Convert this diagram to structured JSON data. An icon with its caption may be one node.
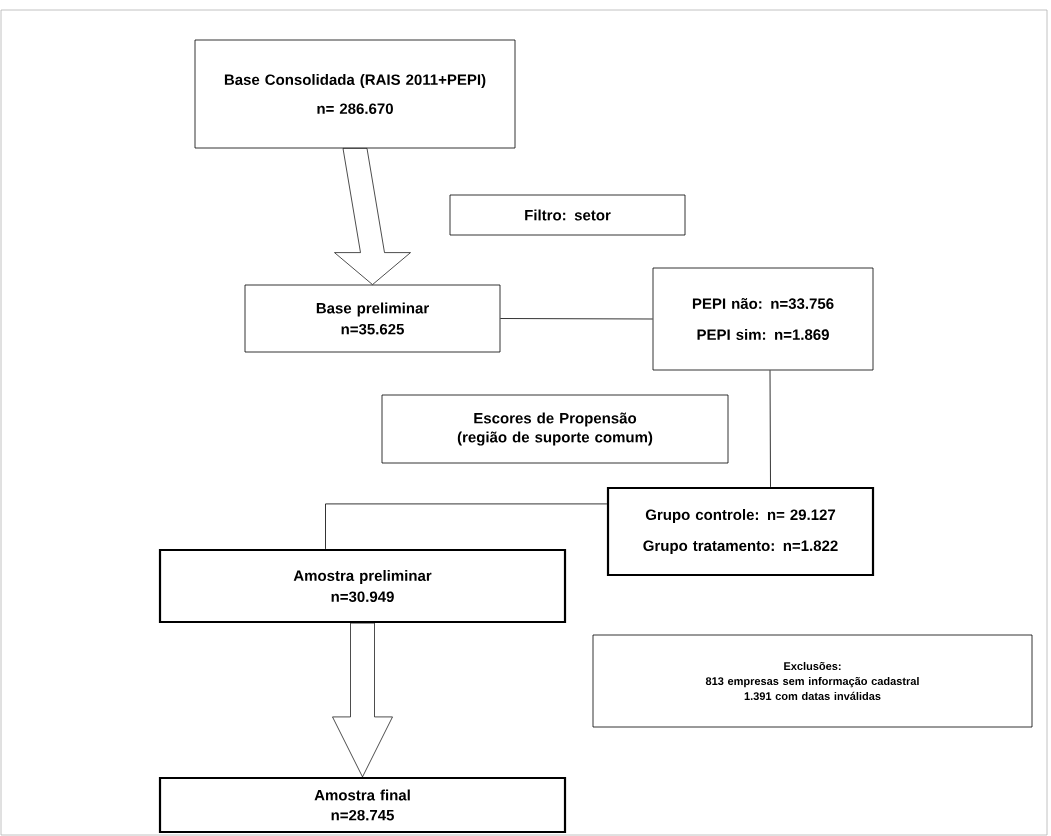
{
  "diagram": {
    "nodes": [
      {
        "text": [
          "Base Consolidada (RAIS 2011+PEPI)",
          "n= 286.670"
        ]
      },
      {
        "text": [
          "Filtro: setor"
        ]
      },
      {
        "text": [
          "Base preliminar",
          "n=35.625"
        ]
      },
      {
        "text": [
          "PEPI não: n=33.756",
          "PEPI sim: n=1.869"
        ]
      },
      {
        "text": [
          "Escores de Propensão (região de suporte comum)"
        ]
      },
      {
        "text": [
          "Grupo controle: n= 29.127",
          "Grupo tratamento: n=1.822"
        ]
      },
      {
        "text": [
          "Amostra preliminar",
          "n=30.949"
        ]
      },
      {
        "text": [
          "Exclusões:",
          "813 empresas sem informação cadastral",
          "1.391 com datas inválidas"
        ]
      },
      {
        "text": [
          "Amostra final",
          "n=28.745"
        ]
      }
    ],
    "edges": [
      {
        "from": 0,
        "to": 2,
        "arrow": "to"
      },
      {
        "from": 2,
        "to": 3,
        "arrow": "none"
      },
      {
        "from": 3,
        "to": 5,
        "arrow": "none"
      },
      {
        "from": 5,
        "to": 6,
        "arrow": "none"
      },
      {
        "from": 6,
        "to": 8,
        "arrow": "to"
      }
    ]
  }
}
